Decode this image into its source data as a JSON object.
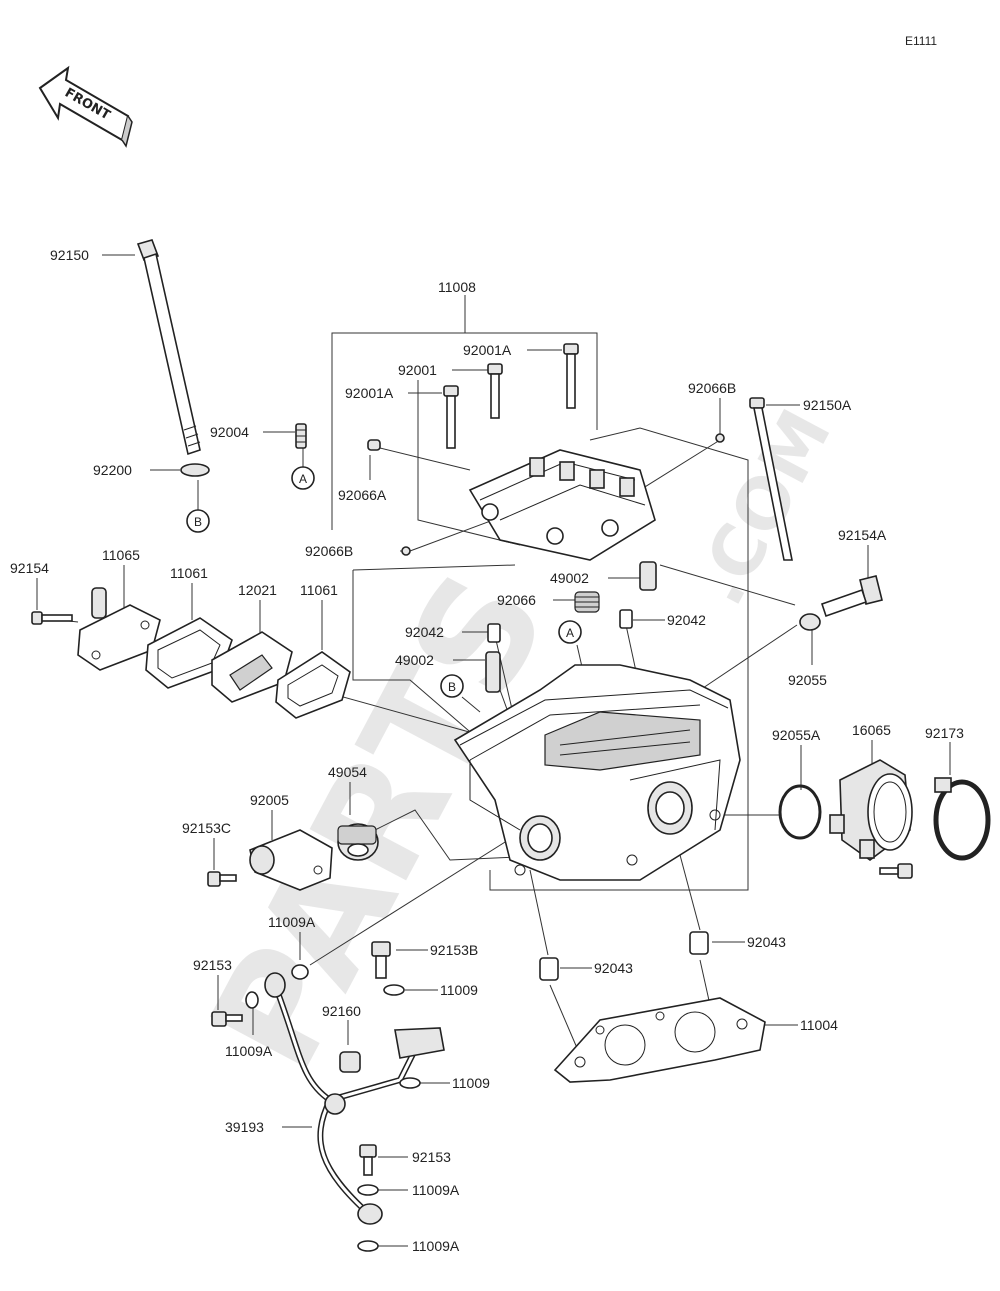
{
  "diagram_code": "E1111",
  "front_arrow_label": "FRONT",
  "watermark": {
    "brand": "PARTS",
    "suffix": ".COM"
  },
  "reference_markers": [
    "A",
    "B"
  ],
  "part_labels": [
    "92150",
    "11008",
    "92001A",
    "92001",
    "92001A",
    "92066B",
    "92150A",
    "92004",
    "92066A",
    "92200",
    "92066B",
    "92154A",
    "92154",
    "11065",
    "11061",
    "12021",
    "11061",
    "49002",
    "92066",
    "92042",
    "92042",
    "49002",
    "92055",
    "92055A",
    "16065",
    "92173",
    "49054",
    "92005",
    "92153C",
    "11009A",
    "92153B",
    "92043",
    "92043",
    "92153",
    "11009",
    "92160",
    "11004",
    "11009A",
    "11009",
    "39193",
    "92153",
    "11009A",
    "11009A"
  ]
}
